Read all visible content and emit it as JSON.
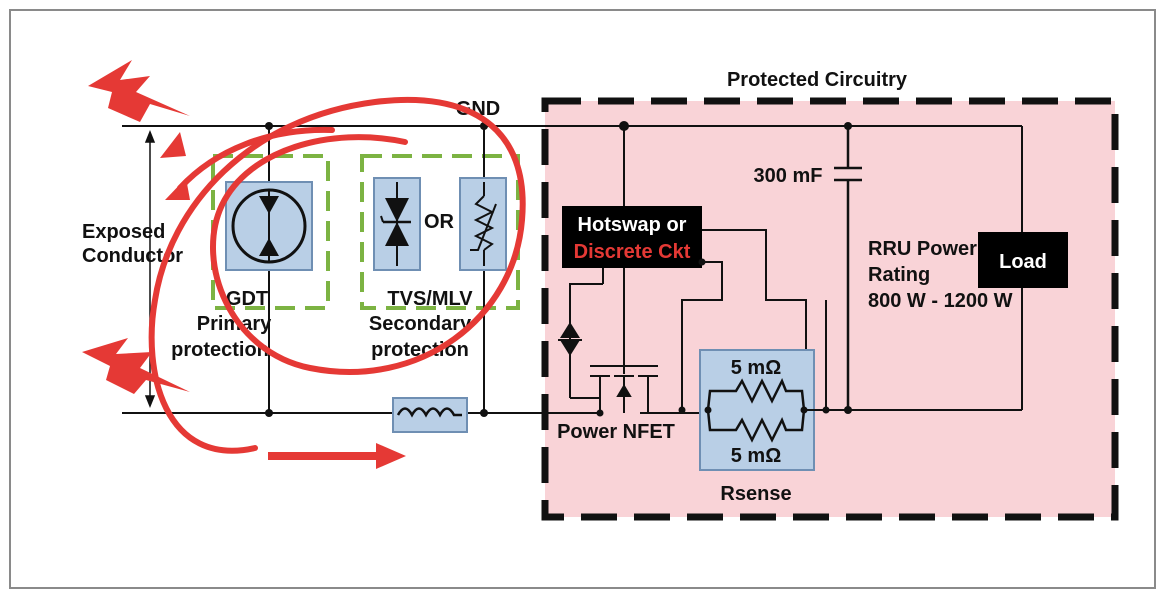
{
  "colors": {
    "protected_fill": "#f9d3d7",
    "component_fill": "#b9cfe6",
    "component_stroke": "#6f8fb3",
    "green_dash": "#7cb342",
    "surge_red": "#e53935",
    "wire": "#111111",
    "load_box": "#000000"
  },
  "labels": {
    "protected_circuitry": "Protected Circuitry",
    "gnd": "GND",
    "exposed_conductor_line1": "Exposed",
    "exposed_conductor_line2": "Conductor",
    "gdt": "GDT",
    "primary_protection_line1": "Primary",
    "primary_protection_line2": "protection",
    "or": "OR",
    "tvs_mlv": "TVS/MLV",
    "secondary_protection_line1": "Secondary",
    "secondary_protection_line2": "protection",
    "hotswap_line1": "Hotswap or",
    "hotswap_line2": "Discrete Ckt",
    "capacitor": "300 mF",
    "rru_line1": "RRU Power",
    "rru_line2": "Rating",
    "rru_line3": "800 W - 1200 W",
    "load": "Load",
    "resistor_top": "5 mΩ",
    "resistor_bottom": "5 mΩ",
    "rsense": "Rsense",
    "power_nfet": "Power NFET"
  },
  "icons": {
    "lightning_top": "lightning-bolt-icon",
    "lightning_bottom": "lightning-bolt-icon",
    "arrow": "arrow-right-icon"
  }
}
